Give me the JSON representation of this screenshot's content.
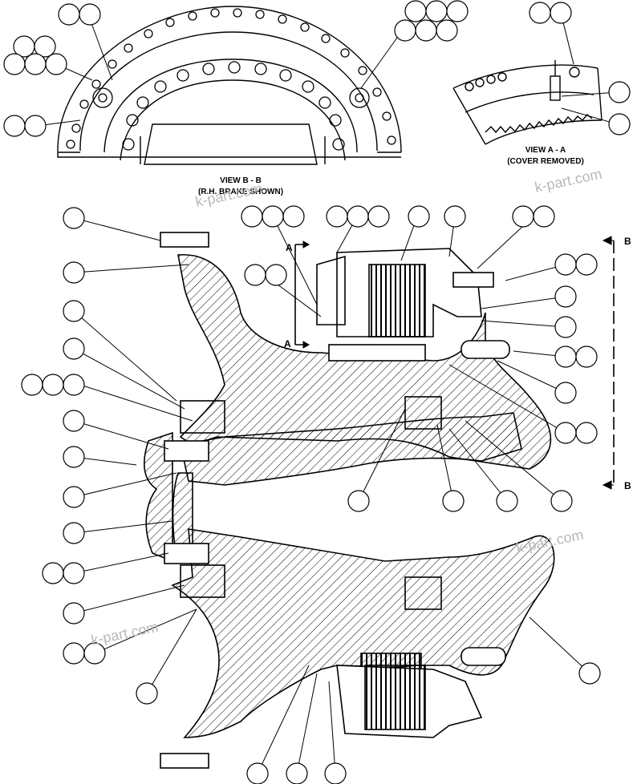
{
  "labels": {
    "view_b": "VIEW B - B",
    "view_b_note": "(R.H. BRAKE SHOWN)",
    "view_a": "VIEW A - A",
    "view_a_note": "(COVER REMOVED)",
    "section_a": "A",
    "section_b": "B"
  },
  "watermark": "k-part.com",
  "colors": {
    "stroke": "#000000",
    "paper": "#ffffff",
    "watermark": "#b8b8b8"
  }
}
